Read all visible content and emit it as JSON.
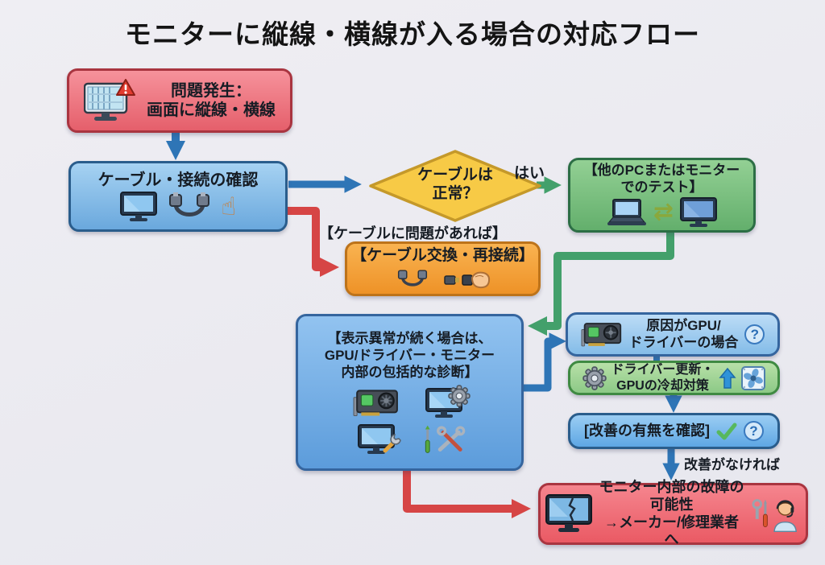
{
  "title": "モニターに縦線・横線が入る場合の対応フロー",
  "nodes": {
    "problem": {
      "text": "問題発生：\n画面に縦線・横線"
    },
    "cable_check": {
      "text": "ケーブル・接続の確認"
    },
    "cable_ok_decision": {
      "text": "ケーブルは\n正常？"
    },
    "test_other_pc": {
      "text": "【他のPCまたはモニター\nでのテスト】"
    },
    "cable_swap": {
      "text": "【ケーブル交換・再接続】"
    },
    "diagnosis": {
      "text": "【表示異常が続く場合は、\nGPU/ドライバー・モニター\n内部の包括的な診断】"
    },
    "gpu_cause": {
      "text": "原因がGPU/\nドライバーの場合"
    },
    "driver_update": {
      "text": "ドライバー更新・\nGPUの冷却対策"
    },
    "improvement_check": {
      "text": "[改善の有無を確認]"
    },
    "monitor_failure": {
      "text": "モニター内部の故障の可能性\n→メーカー/修理業者へ"
    }
  },
  "edge_labels": {
    "yes": "はい",
    "cable_problem": "【ケーブルに問題があれば】",
    "no_improvement": "改善がなければ"
  },
  "glyphs": {
    "question": "?",
    "swap_arrows": "⇄",
    "tap_hand": "☝"
  },
  "colors": {
    "background": "#ededf2",
    "arrow_blue": "#2e75b6",
    "arrow_red": "#d64545",
    "arrow_green": "#43a06b",
    "box_red": "#ee6b76",
    "box_blue": "#7fb6e9",
    "box_light_blue": "#a6d2f2",
    "box_green": "#7cc482",
    "box_light_green": "#a5d79b",
    "box_orange": "#f5a040",
    "diamond_yellow": "#f7ca46"
  }
}
